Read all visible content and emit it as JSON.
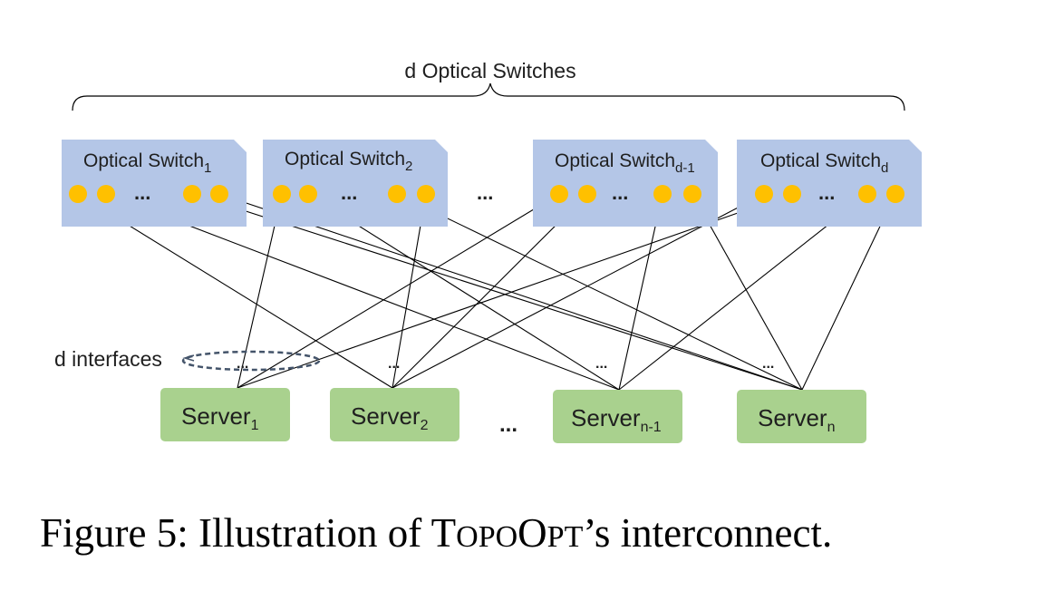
{
  "top_label": "d Optical Switches",
  "switches": [
    {
      "name": "Optical Switch",
      "sub": "1"
    },
    {
      "name": "Optical Switch",
      "sub": "2"
    },
    {
      "name": "Optical Switch",
      "sub": "d-1"
    },
    {
      "name": "Optical Switch",
      "sub": "d"
    }
  ],
  "servers": [
    {
      "name": "Server",
      "sub": "1"
    },
    {
      "name": "Server",
      "sub": "2"
    },
    {
      "name": "Server",
      "sub": "n-1"
    },
    {
      "name": "Server",
      "sub": "n"
    }
  ],
  "interfaces_label": "d interfaces",
  "ellipsis": "...",
  "caption": {
    "prefix": "Figure 5: Illustration of ",
    "t": "T",
    "opo": "OPO",
    "o": "O",
    "pt": "PT",
    "suffix": "’s interconnect."
  },
  "colors": {
    "switch_fill": "#b4c6e7",
    "port": "#ffc000",
    "server_fill": "#a9d18e",
    "line": "#000000",
    "ellipse_stroke": "#44546a"
  }
}
